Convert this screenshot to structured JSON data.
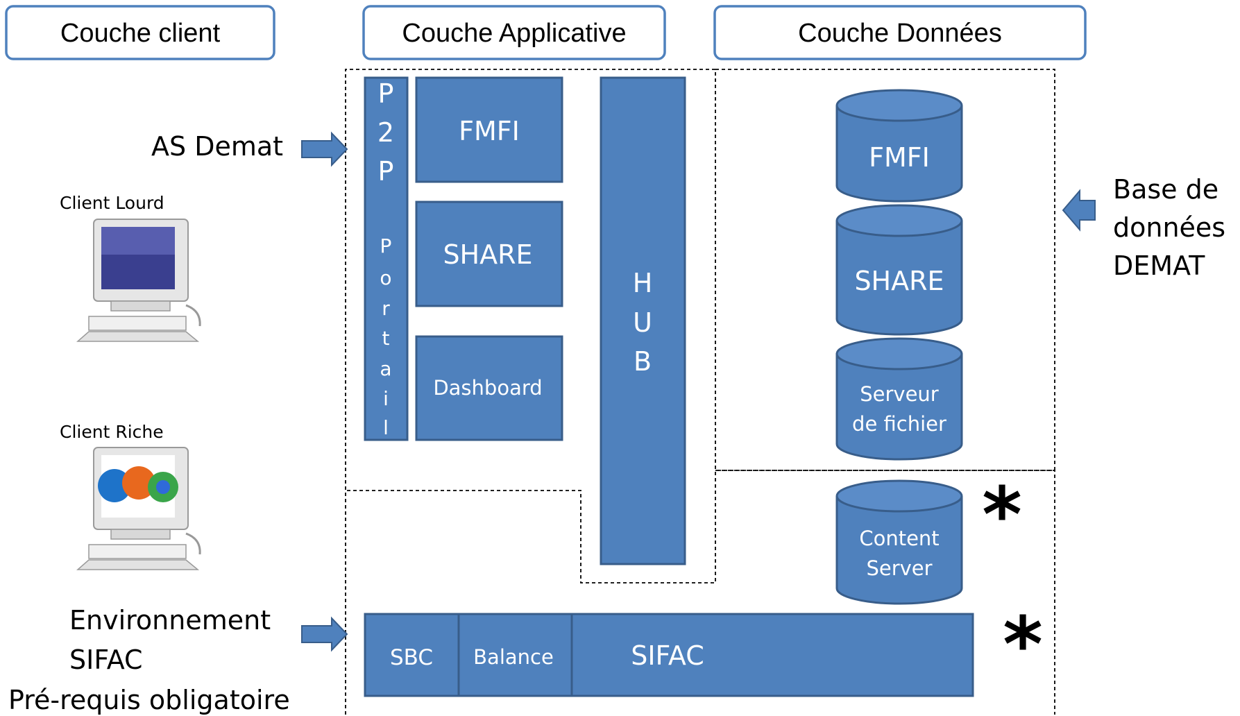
{
  "headers": {
    "client": "Couche client",
    "app": "Couche Applicative",
    "data": "Couche Données"
  },
  "left": {
    "as_demat": "AS Demat",
    "client_lourd": "Client Lourd",
    "client_riche": "Client Riche",
    "env_line1": "Environnement",
    "env_line2": "SIFAC",
    "prereq": "Pré-requis obligatoire"
  },
  "app": {
    "portal_letters": [
      "P",
      "2",
      "P"
    ],
    "portal_word_letters": [
      "P",
      "o",
      "r",
      "t",
      "a",
      "i",
      "l"
    ],
    "fmfi": "FMFI",
    "share": "SHARE",
    "dashboard": "Dashboard",
    "hub_letters": [
      "H",
      "U",
      "B"
    ]
  },
  "data_layer": {
    "fmfi": "FMFI",
    "share": "SHARE",
    "file_server_line1": "Serveur",
    "file_server_line2": "de fichier",
    "content_line1": "Content",
    "content_line2": "Server",
    "db_label_line1": "Base de",
    "db_label_line2": "données",
    "db_label_line3": "DEMAT"
  },
  "bottom_bar": {
    "sbc": "SBC",
    "balance": "Balance",
    "sifac": "SIFAC"
  },
  "asterisks": [
    "*",
    "*"
  ],
  "colors": {
    "accent": "#4f81bd",
    "border": "#385d8a"
  },
  "icons": [
    "desktop-computer-icon",
    "browser-computer-icon",
    "arrow-right-icon",
    "arrow-left-icon"
  ]
}
